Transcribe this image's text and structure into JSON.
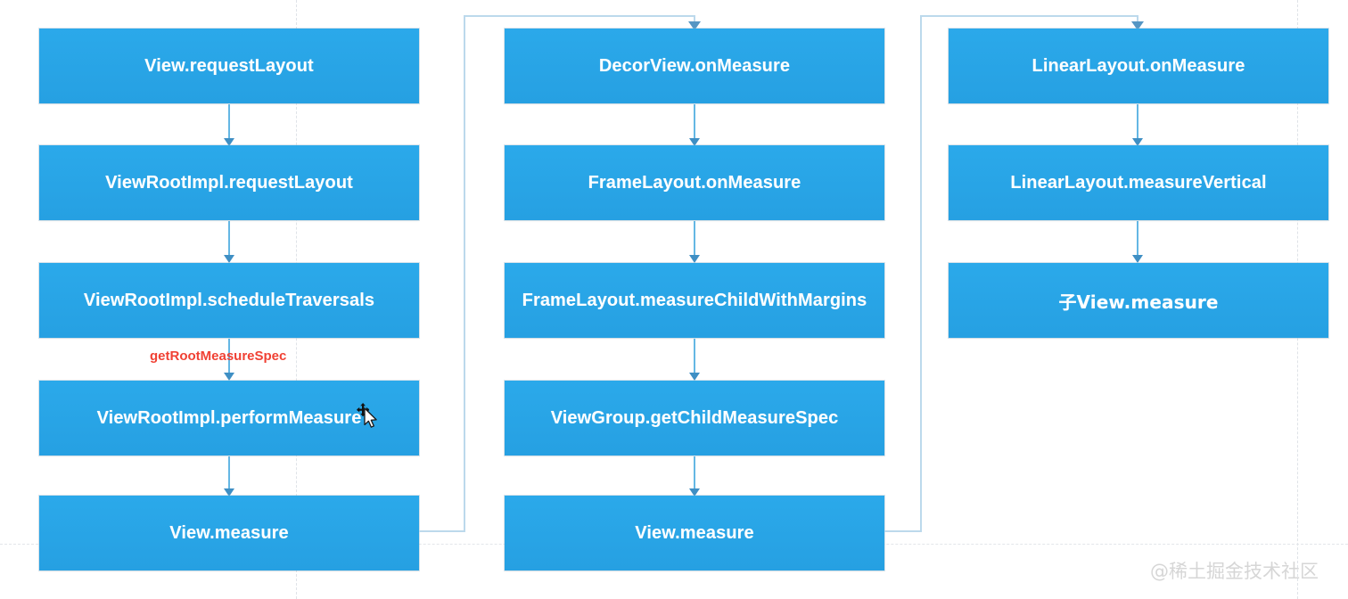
{
  "diagram": {
    "title": "Android View Measure Flow",
    "accent_color": "#27a4e6",
    "arrow_color": "#64b7e4",
    "label_color": "#f04134",
    "columns": [
      {
        "name": "request-layout-column",
        "nodes": [
          {
            "label": "View.requestLayout"
          },
          {
            "label": "ViewRootImpl.requestLayout"
          },
          {
            "label": "ViewRootImpl.scheduleTraversals"
          },
          {
            "label": "ViewRootImpl.performMeasure"
          },
          {
            "label": "View.measure"
          }
        ]
      },
      {
        "name": "decor-measure-column",
        "nodes": [
          {
            "label": "DecorView.onMeasure"
          },
          {
            "label": "FrameLayout.onMeasure"
          },
          {
            "label": "FrameLayout.measureChildWithMargins"
          },
          {
            "label": "ViewGroup.getChildMeasureSpec"
          },
          {
            "label": "View.measure"
          }
        ]
      },
      {
        "name": "linearlayout-measure-column",
        "nodes": [
          {
            "label": "LinearLayout.onMeasure"
          },
          {
            "label": "LinearLayout.measureVertical"
          },
          {
            "label": "子View.measure"
          }
        ]
      }
    ],
    "edge_labels": [
      {
        "text": "getRootMeasureSpec"
      }
    ]
  },
  "watermark": {
    "text": "@稀土掘金技术社区"
  }
}
